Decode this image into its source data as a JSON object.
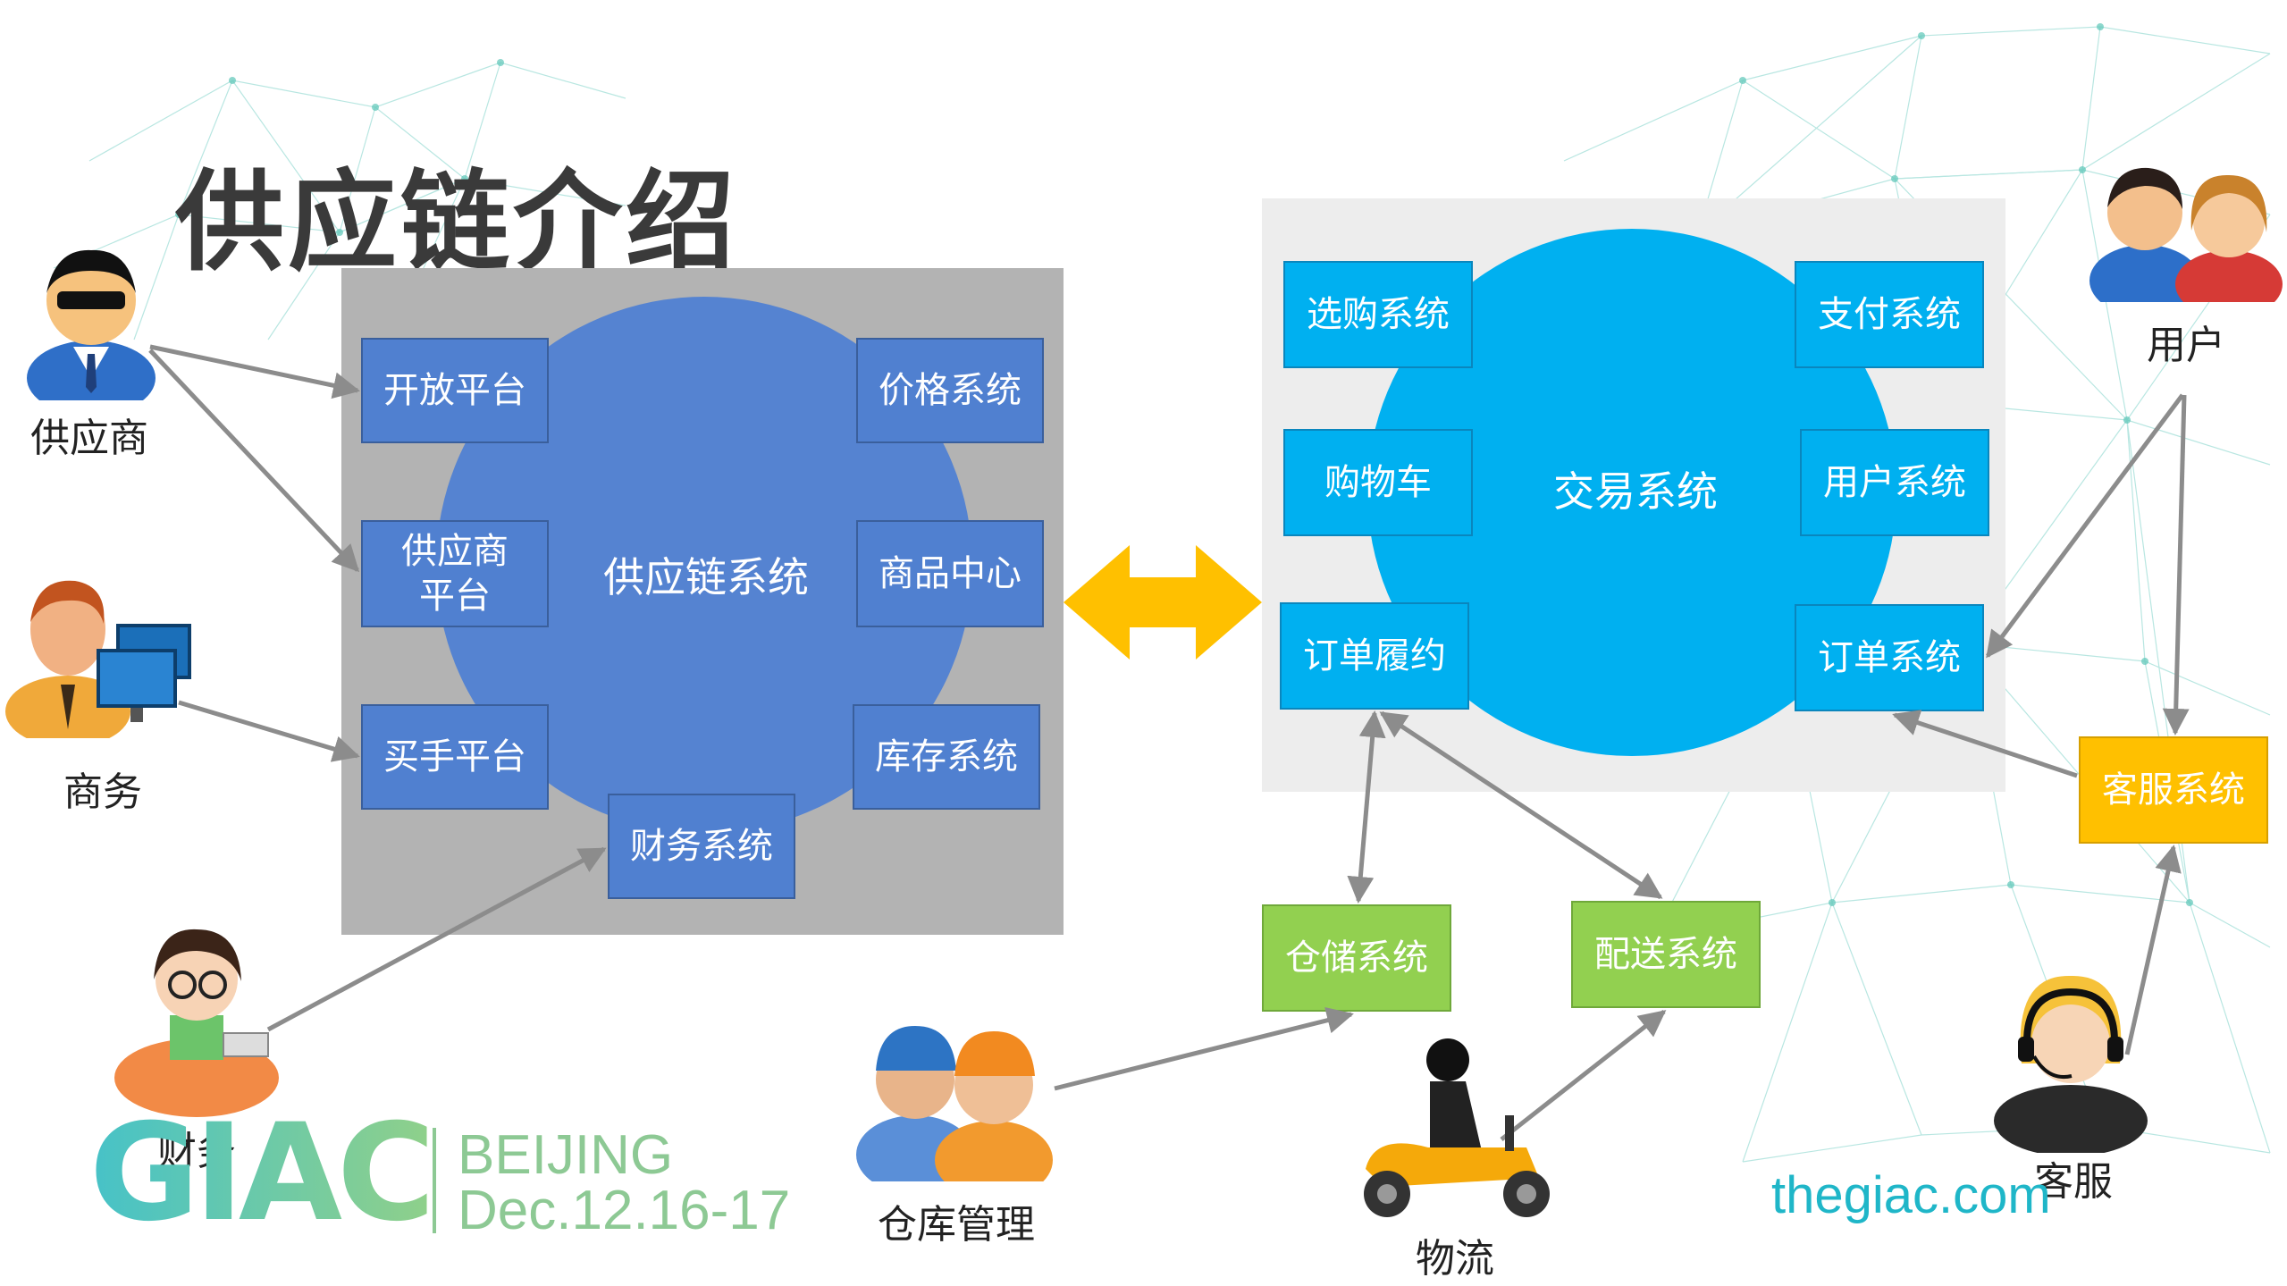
{
  "title": "供应链介绍",
  "supply_chain": {
    "center_label": "供应链系统",
    "boxes": [
      {
        "id": "open-platform",
        "label": "开放平台"
      },
      {
        "id": "price",
        "label": "价格系统"
      },
      {
        "id": "supplier-platform",
        "label": "供应商\n平台"
      },
      {
        "id": "product-center",
        "label": "商品中心"
      },
      {
        "id": "buyer-platform",
        "label": "买手平台"
      },
      {
        "id": "inventory",
        "label": "库存系统"
      },
      {
        "id": "finance",
        "label": "财务系统"
      }
    ]
  },
  "trade": {
    "center_label": "交易系统",
    "boxes": [
      {
        "id": "shopping",
        "label": "选购系统"
      },
      {
        "id": "payment",
        "label": "支付系统"
      },
      {
        "id": "cart",
        "label": "购物车"
      },
      {
        "id": "user-system",
        "label": "用户系统"
      },
      {
        "id": "fulfillment",
        "label": "订单履约"
      },
      {
        "id": "order",
        "label": "订单系统"
      }
    ]
  },
  "external": {
    "warehouse": "仓储系统",
    "delivery": "配送系统",
    "customer_service": "客服系统"
  },
  "actors": {
    "supplier": "供应商",
    "business": "商务",
    "finance": "财务",
    "warehouse_mgmt": "仓库管理",
    "logistics": "物流",
    "users": "用户",
    "support": "客服"
  },
  "logo": {
    "main": "GIAC",
    "city": "BEIJING",
    "date": "Dec.12.16-17"
  },
  "website": "thegiac.com",
  "colors": {
    "supply_box": "#5080d0",
    "trade_box": "#00b0f0",
    "green_box": "#92d050",
    "yellow_box": "#ffc000",
    "panel_gray": "#b3b3b3",
    "panel_light": "#ededed",
    "arrow": "#8c8c8c",
    "double_arrow": "#ffc000"
  }
}
